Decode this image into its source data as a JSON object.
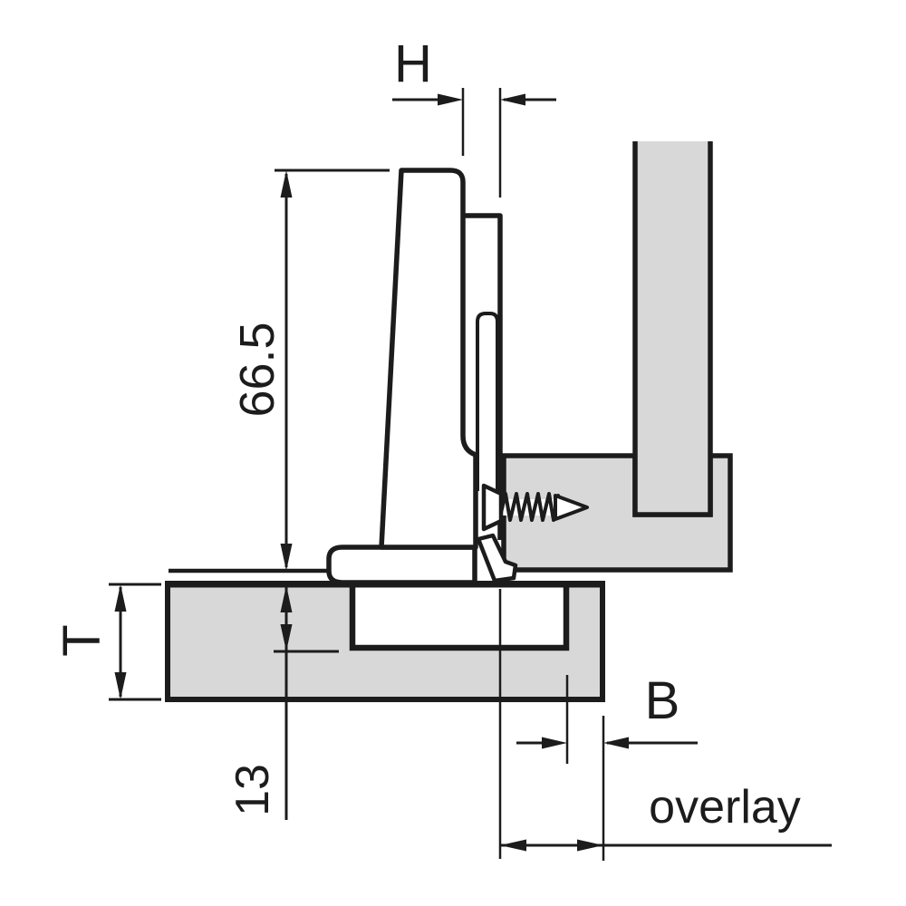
{
  "diagram": {
    "name": "hinge-overlay-cross-section",
    "dimension_labels": {
      "h": "H",
      "arm_height": "66.5",
      "door_thickness": "T",
      "cup_depth": "13",
      "drilling_distance": "B",
      "overlay": "overlay"
    },
    "colors": {
      "panel_fill": "#d8d8d8",
      "line": "#1c1c1c",
      "background": "#ffffff"
    }
  }
}
